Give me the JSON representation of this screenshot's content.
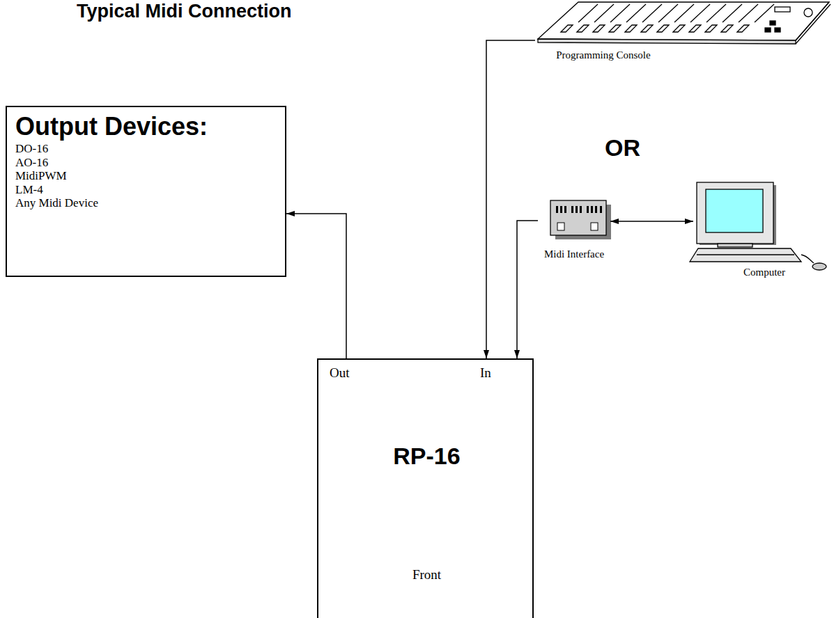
{
  "diagram": {
    "title": "Typical Midi Connection",
    "nodes": [
      {
        "text": [
          "Output Devices:",
          "DO-16",
          "AO-16",
          "MidiPWM",
          "LM-4",
          "Any Midi Device"
        ]
      },
      {
        "text": [
          "Programming Console"
        ]
      },
      {
        "text": [
          "Midi Interface"
        ]
      },
      {
        "text": [
          "Computer"
        ]
      },
      {
        "text": [
          "Out",
          "In",
          "RP-16",
          "Front"
        ]
      }
    ],
    "edges": [
      {
        "from": 1,
        "to": 4,
        "arrow": "to"
      },
      {
        "from": 2,
        "to": 3,
        "arrow": "both"
      },
      {
        "from": 2,
        "to": 4,
        "arrow": "to"
      },
      {
        "from": 4,
        "to": 0,
        "arrow": "to"
      }
    ],
    "labels": [
      "OR"
    ]
  }
}
